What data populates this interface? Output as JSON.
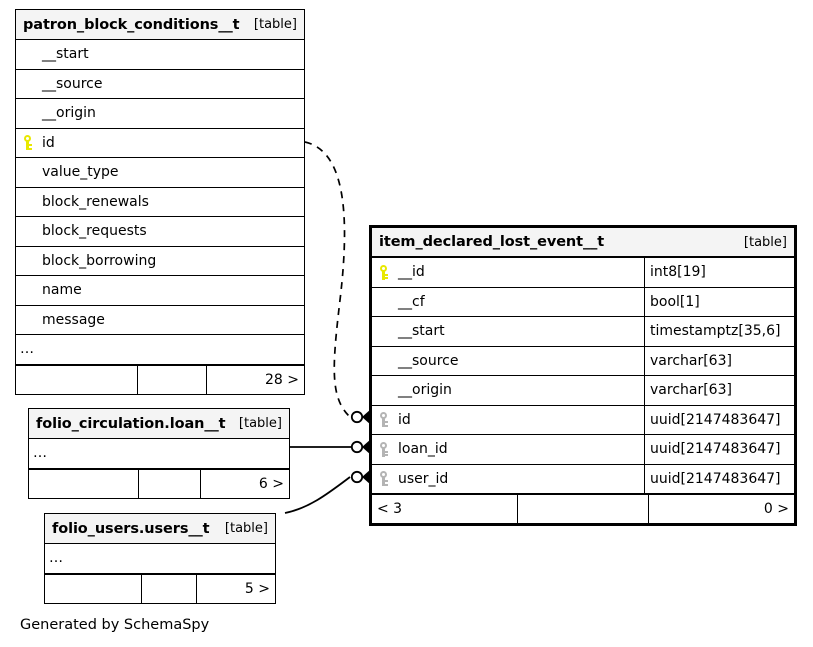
{
  "diagram": {
    "generator_note": "Generated by SchemaSpy",
    "kind_label": "[table]",
    "ellipsis": "…",
    "colors": {
      "primary_key": "#e8e800",
      "foreign_key": "#b4b4b4",
      "header_background": "#f4f4f4",
      "border": "#000000",
      "canvas_background": "#ffffff"
    }
  },
  "tables": [
    {
      "id": "patron_block_conditions",
      "name": "patron_block_conditions__t",
      "kind": "[table]",
      "focus": false,
      "columns": [
        {
          "name": "__start",
          "key": "none",
          "type": ""
        },
        {
          "name": "__source",
          "key": "none",
          "type": ""
        },
        {
          "name": "__origin",
          "key": "none",
          "type": ""
        },
        {
          "name": "id",
          "key": "primary",
          "type": ""
        },
        {
          "name": "value_type",
          "key": "none",
          "type": ""
        },
        {
          "name": "block_renewals",
          "key": "none",
          "type": ""
        },
        {
          "name": "block_requests",
          "key": "none",
          "type": ""
        },
        {
          "name": "block_borrowing",
          "key": "none",
          "type": ""
        },
        {
          "name": "name",
          "key": "none",
          "type": ""
        },
        {
          "name": "message",
          "key": "none",
          "type": ""
        }
      ],
      "more_row": "…",
      "footer": {
        "left": "",
        "middle": "",
        "right": "28 >"
      }
    },
    {
      "id": "item_declared_lost_event",
      "name": "item_declared_lost_event__t",
      "kind": "[table]",
      "focus": true,
      "columns": [
        {
          "name": "__id",
          "key": "primary",
          "type": "int8[19]"
        },
        {
          "name": "__cf",
          "key": "none",
          "type": "bool[1]"
        },
        {
          "name": "__start",
          "key": "none",
          "type": "timestamptz[35,6]"
        },
        {
          "name": "__source",
          "key": "none",
          "type": "varchar[63]"
        },
        {
          "name": "__origin",
          "key": "none",
          "type": "varchar[63]"
        },
        {
          "name": "id",
          "key": "foreign",
          "type": "uuid[2147483647]"
        },
        {
          "name": "loan_id",
          "key": "foreign",
          "type": "uuid[2147483647]"
        },
        {
          "name": "user_id",
          "key": "foreign",
          "type": "uuid[2147483647]"
        }
      ],
      "more_row": null,
      "footer": {
        "left": "< 3",
        "middle": "",
        "right": "0 >"
      }
    },
    {
      "id": "folio_circulation_loan",
      "name": "folio_circulation.loan__t",
      "kind": "[table]",
      "focus": false,
      "columns": [],
      "more_row": "…",
      "footer": {
        "left": "",
        "middle": "",
        "right": "6 >"
      }
    },
    {
      "id": "folio_users_users",
      "name": "folio_users.users__t",
      "kind": "[table]",
      "focus": false,
      "columns": [],
      "more_row": "…",
      "footer": {
        "left": "",
        "middle": "",
        "right": "5 >"
      }
    }
  ],
  "relationships": [
    {
      "id": "rel-patron-id",
      "from_table": "patron_block_conditions",
      "from_column": "id",
      "to_table": "item_declared_lost_event",
      "to_column": "id",
      "style": "dashed"
    },
    {
      "id": "rel-loan-id",
      "from_table": "folio_circulation_loan",
      "from_column": "",
      "to_table": "item_declared_lost_event",
      "to_column": "loan_id",
      "style": "solid"
    },
    {
      "id": "rel-user-id",
      "from_table": "folio_users_users",
      "from_column": "",
      "to_table": "item_declared_lost_event",
      "to_column": "user_id",
      "style": "solid"
    }
  ]
}
